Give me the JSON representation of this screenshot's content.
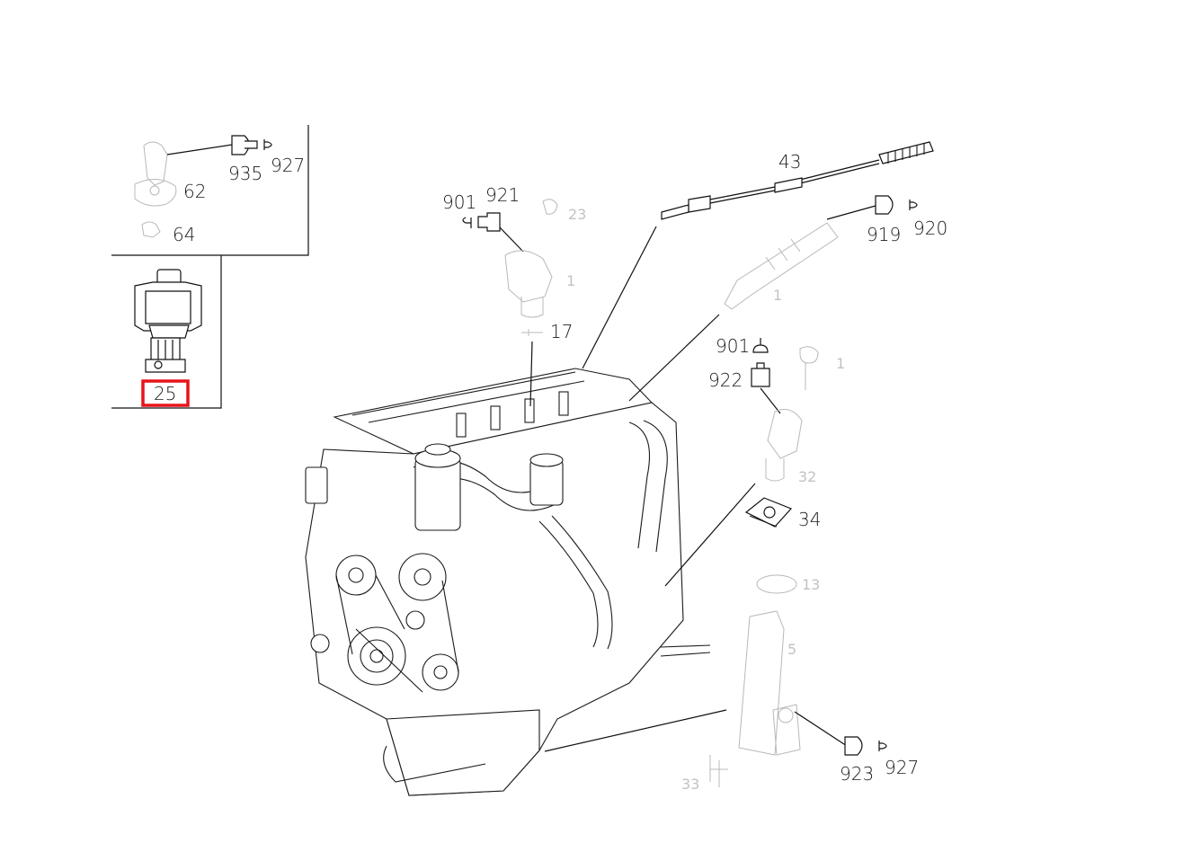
{
  "callouts": {
    "p62": "62",
    "p64": "64",
    "p935": "935",
    "p927a": "927",
    "p25": "25",
    "p901a": "901",
    "p921": "921",
    "p17": "17",
    "p43": "43",
    "p919": "919",
    "p920": "920",
    "p901b": "901",
    "p922": "922",
    "p34": "34",
    "p923": "923",
    "p927b": "927"
  },
  "highlight": {
    "target": "25",
    "color": "#e8141b"
  }
}
